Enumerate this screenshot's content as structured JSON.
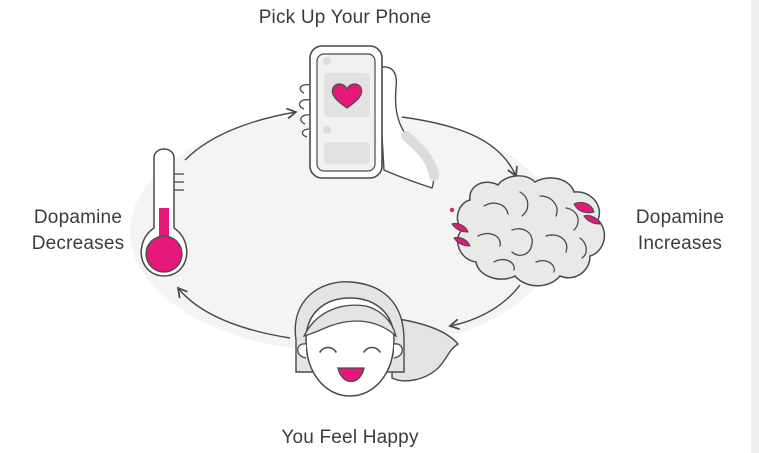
{
  "diagram": {
    "nodes": {
      "top": "Pick Up Your Phone",
      "right_line1": "Dopamine",
      "right_line2": "Increases",
      "bottom": "You Feel Happy",
      "left_line1": "Dopamine",
      "left_line2": "Decreases"
    },
    "colors": {
      "accent": "#e6187a",
      "outline": "#4a4a4a",
      "fill_light": "#f2f2f2",
      "fill_mid": "#e3e3e3"
    },
    "icons": [
      "smartphone-heart-icon",
      "brain-icon",
      "happy-face-icon",
      "thermometer-icon"
    ]
  }
}
